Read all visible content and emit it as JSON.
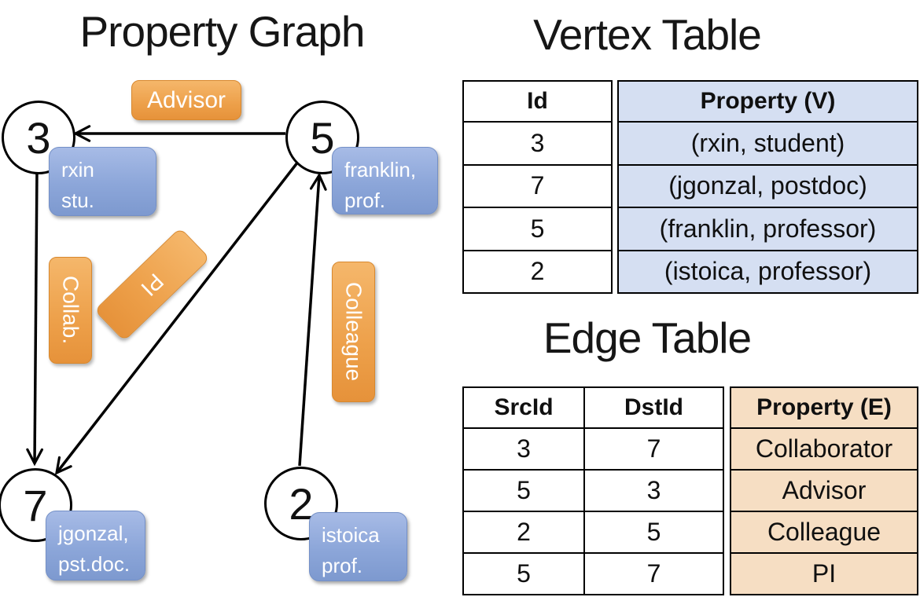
{
  "graph": {
    "title": "Property Graph",
    "nodes": [
      {
        "id": "3"
      },
      {
        "id": "5"
      },
      {
        "id": "7"
      },
      {
        "id": "2"
      }
    ],
    "vertex_labels": [
      {
        "line1": "rxin",
        "line2": "stu."
      },
      {
        "line1": "franklin,",
        "line2": "prof."
      },
      {
        "line1": "jgonzal,",
        "line2": "pst.doc."
      },
      {
        "line1": "istoica",
        "line2": "prof."
      }
    ],
    "edge_labels": {
      "advisor": "Advisor",
      "collab": "Collab.",
      "pi": "PI",
      "colleague": "Colleague"
    },
    "edges": [
      {
        "from": "5",
        "to": "3",
        "label": "Advisor"
      },
      {
        "from": "3",
        "to": "7",
        "label": "Collab."
      },
      {
        "from": "5",
        "to": "7",
        "label": "PI"
      },
      {
        "from": "2",
        "to": "5",
        "label": "Colleague"
      }
    ]
  },
  "vertex_table": {
    "title": "Vertex Table",
    "columns": {
      "id": "Id",
      "property": "Property (V)"
    },
    "rows": [
      {
        "id": "3",
        "property": "(rxin, student)"
      },
      {
        "id": "7",
        "property": "(jgonzal, postdoc)"
      },
      {
        "id": "5",
        "property": "(franklin, professor)"
      },
      {
        "id": "2",
        "property": "(istoica, professor)"
      }
    ]
  },
  "edge_table": {
    "title": "Edge Table",
    "columns": {
      "src": "SrcId",
      "dst": "DstId",
      "property": "Property (E)"
    },
    "rows": [
      {
        "src": "3",
        "dst": "7",
        "property": "Collaborator"
      },
      {
        "src": "5",
        "dst": "3",
        "property": "Advisor"
      },
      {
        "src": "2",
        "dst": "5",
        "property": "Colleague"
      },
      {
        "src": "5",
        "dst": "7",
        "property": "PI"
      }
    ]
  },
  "colors": {
    "edge_label_orange": "#ED9F48",
    "vertex_box_blue": "#8CA6D9",
    "vertex_cell_fill": "#D5DFF2",
    "edge_cell_fill": "#F6DEC3",
    "line_black": "#000000"
  }
}
